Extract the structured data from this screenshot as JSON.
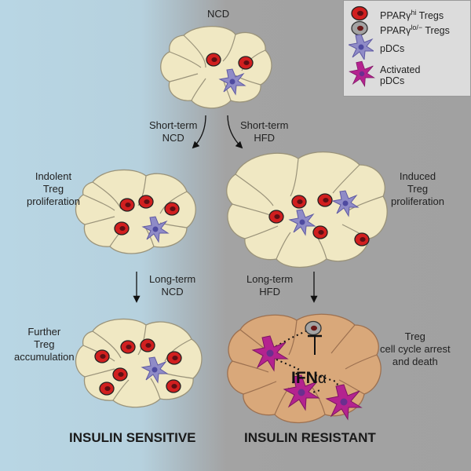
{
  "colors": {
    "sensitive_bg": "#b8d6e4",
    "resistant_bg": "#a3a3a3",
    "adipocyte": "#f0e8c3",
    "adipocyte_inflamed": "#d9a87a",
    "treg_hi": "#d11f1f",
    "treg_lo": "#9a9a9a",
    "pdc": "#8f8bc7",
    "activated_pdc": "#b4238f"
  },
  "legend": {
    "treg_hi_prefix": "PPARγ",
    "treg_hi_sup": "hi",
    "treg_hi_suffix": " Tregs",
    "treg_lo_prefix": "PPARγ",
    "treg_lo_sup": "lo/−",
    "treg_lo_suffix": " Tregs",
    "pdc": "pDCs",
    "activated_pdc_line1": "Activated",
    "activated_pdc_line2": "pDCs"
  },
  "labels": {
    "top": "NCD",
    "short_ncd_1": "Short-term",
    "short_ncd_2": "NCD",
    "short_hfd_1": "Short-term",
    "short_hfd_2": "HFD",
    "indolent_1": "Indolent",
    "indolent_2": "Treg",
    "indolent_3": "proliferation",
    "induced_1": "Induced",
    "induced_2": "Treg",
    "induced_3": "proliferation",
    "long_ncd_1": "Long-term",
    "long_ncd_2": "NCD",
    "long_hfd_1": "Long-term",
    "long_hfd_2": "HFD",
    "further_1": "Further",
    "further_2": "Treg",
    "further_3": "accumulation",
    "arrest_1": "Treg",
    "arrest_2": "cell cycle arrest",
    "arrest_3": "and death",
    "ifn_main": "IFN",
    "ifn_greek": "α",
    "insulin_sensitive": "INSULIN SENSITIVE",
    "insulin_resistant": "INSULIN RESISTANT"
  }
}
